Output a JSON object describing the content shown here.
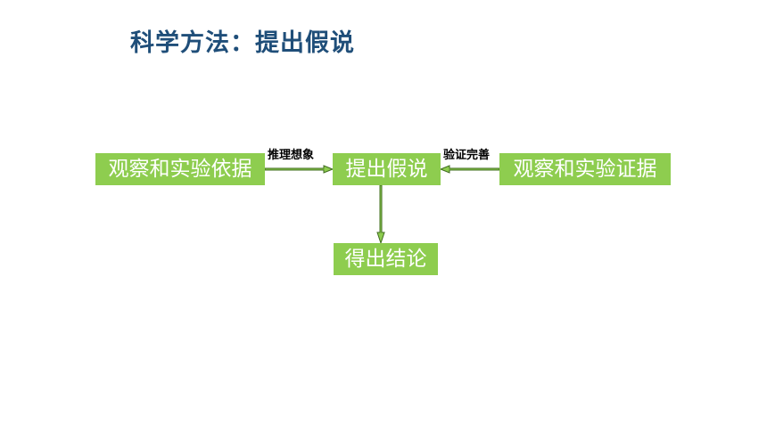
{
  "title": "科学方法：提出假说",
  "nodes": {
    "observation_basis": "观察和实验依据",
    "hypothesis": "提出假说",
    "observation_evidence": "观察和实验证据",
    "conclusion": "得出结论"
  },
  "edges": {
    "reasoning": "推理想象",
    "verification": "验证完善"
  },
  "colors": {
    "title": "#1f4e79",
    "box_fill": "#8ecd4f",
    "box_text": "#ffffff",
    "arrow_fill": "#8ecd4f",
    "arrow_stroke": "#3f6b1f"
  }
}
